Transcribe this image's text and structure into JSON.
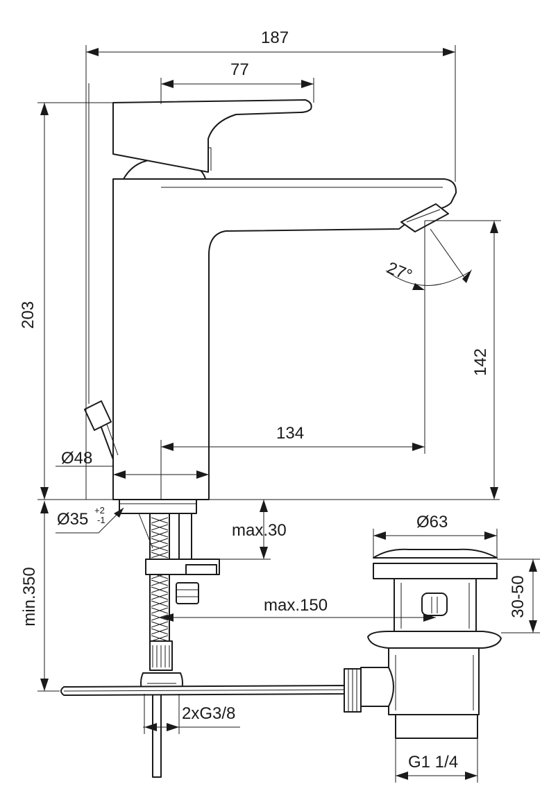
{
  "dimensions": {
    "overall_width": "187",
    "lever_length": "77",
    "total_height": "203",
    "spout_height": "142",
    "spout_reach": "134",
    "body_diameter": "Ø48",
    "hole_diameter": "Ø35",
    "hole_tol_plus": "+2",
    "hole_tol_minus": "-1",
    "spout_angle": "27°",
    "max_deck_thickness": "max.30",
    "min_hose_length": "min.350",
    "max_rod_distance": "max.150",
    "waste_diameter": "Ø63",
    "plug_height": "30-50",
    "inlet_connections": "2xG3/8",
    "waste_thread": "G1 1/4"
  }
}
